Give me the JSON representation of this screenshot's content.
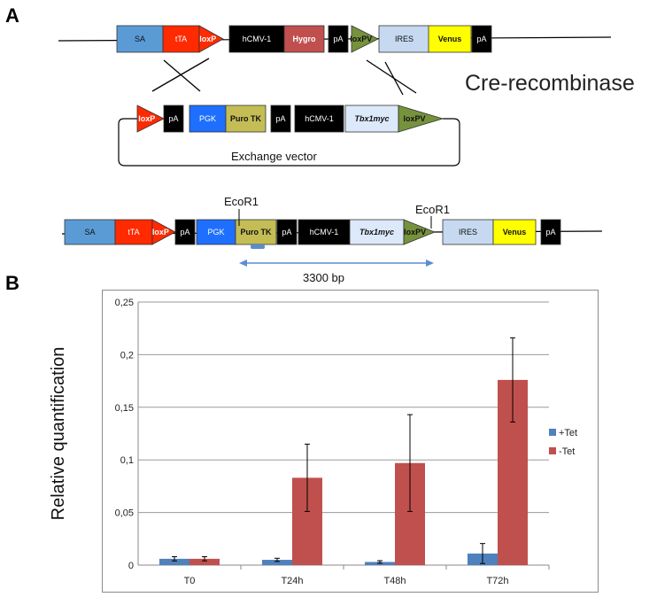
{
  "panel_a": {
    "letter": "A",
    "cre_label": "Cre-recombinase",
    "exchange_label": "Exchange vector",
    "ecor1_label": "EcoR1",
    "size_label": "3300 bp",
    "colors": {
      "sa": "#5b9bd5",
      "tta": "#ff2a00",
      "loxp": "#ff2a00",
      "black": "#000000",
      "hygro": "#c0504d",
      "loxpv": "#76923c",
      "ires": "#c6d9f1",
      "venus": "#ffff00",
      "pgk": "#1f6fff",
      "puro": "#c4bd55",
      "tbx": "#dbe9fb",
      "probe": "#5b8ed0"
    },
    "row1": [
      {
        "label": "SA",
        "style": "normal",
        "color": "sa"
      },
      {
        "label": "tTA",
        "style": "normal",
        "color": "tta"
      },
      {
        "label": "loxP",
        "style": "bold",
        "color": "loxp"
      },
      {
        "label": "hCMV-1",
        "style": "normal",
        "color": "black"
      },
      {
        "label": "Hygro",
        "style": "bold",
        "color": "hygro"
      },
      {
        "label": "pA",
        "style": "normal",
        "color": "black"
      },
      {
        "label": "loxPV",
        "style": "bold",
        "color": "loxpv"
      },
      {
        "label": "IRES",
        "style": "normal",
        "color": "ires"
      },
      {
        "label": "Venus",
        "style": "bold",
        "color": "venus"
      },
      {
        "label": "pA",
        "style": "normal",
        "color": "black"
      }
    ],
    "row2": [
      {
        "label": "loxP",
        "style": "bold",
        "color": "loxp"
      },
      {
        "label": "pA",
        "style": "normal",
        "color": "black"
      },
      {
        "label": "PGK",
        "style": "normal",
        "color": "pgk"
      },
      {
        "label": "Puro TK",
        "style": "bold",
        "color": "puro"
      },
      {
        "label": "pA",
        "style": "normal",
        "color": "black"
      },
      {
        "label": "hCMV-1",
        "style": "normal",
        "color": "black"
      },
      {
        "label": "Tbx1myc",
        "style": "italic",
        "color": "tbx"
      },
      {
        "label": "loxPV",
        "style": "bold",
        "color": "loxpv"
      }
    ],
    "row3": [
      {
        "label": "SA",
        "style": "normal",
        "color": "sa"
      },
      {
        "label": "tTA",
        "style": "normal",
        "color": "tta"
      },
      {
        "label": "loxP",
        "style": "bold",
        "color": "loxp"
      },
      {
        "label": "pA",
        "style": "normal",
        "color": "black"
      },
      {
        "label": "PGK",
        "style": "normal",
        "color": "pgk"
      },
      {
        "label": "Puro TK",
        "style": "bold",
        "color": "puro"
      },
      {
        "label": "pA",
        "style": "normal",
        "color": "black"
      },
      {
        "label": "hCMV-1",
        "style": "normal",
        "color": "black"
      },
      {
        "label": "Tbx1myc",
        "style": "italic",
        "color": "tbx"
      },
      {
        "label": "loxPV",
        "style": "bold",
        "color": "loxpv"
      },
      {
        "label": "IRES",
        "style": "normal",
        "color": "ires"
      },
      {
        "label": "Venus",
        "style": "bold",
        "color": "venus"
      },
      {
        "label": "pA",
        "style": "normal",
        "color": "black"
      }
    ]
  },
  "panel_b": {
    "letter": "B"
  },
  "chart_data": {
    "type": "bar",
    "categories": [
      "T0",
      "T24h",
      "T48h",
      "T72h"
    ],
    "series": [
      {
        "name": "+Tet",
        "color": "#4f81bd",
        "values": [
          0.006,
          0.005,
          0.003,
          0.011
        ],
        "errors": [
          0.002,
          0.0015,
          0.0012,
          0.0095
        ]
      },
      {
        "name": "-Tet",
        "color": "#c0504d",
        "values": [
          0.006,
          0.083,
          0.097,
          0.176
        ],
        "errors": [
          0.002,
          0.032,
          0.046,
          0.04
        ]
      }
    ],
    "title": "",
    "xlabel": "",
    "ylabel": "Relative quantification",
    "ylim": [
      0,
      0.25
    ],
    "yticks": [
      "0",
      "0,05",
      "0,1",
      "0,15",
      "0,2",
      "0,25"
    ],
    "grid": true,
    "legend_position": "right"
  }
}
